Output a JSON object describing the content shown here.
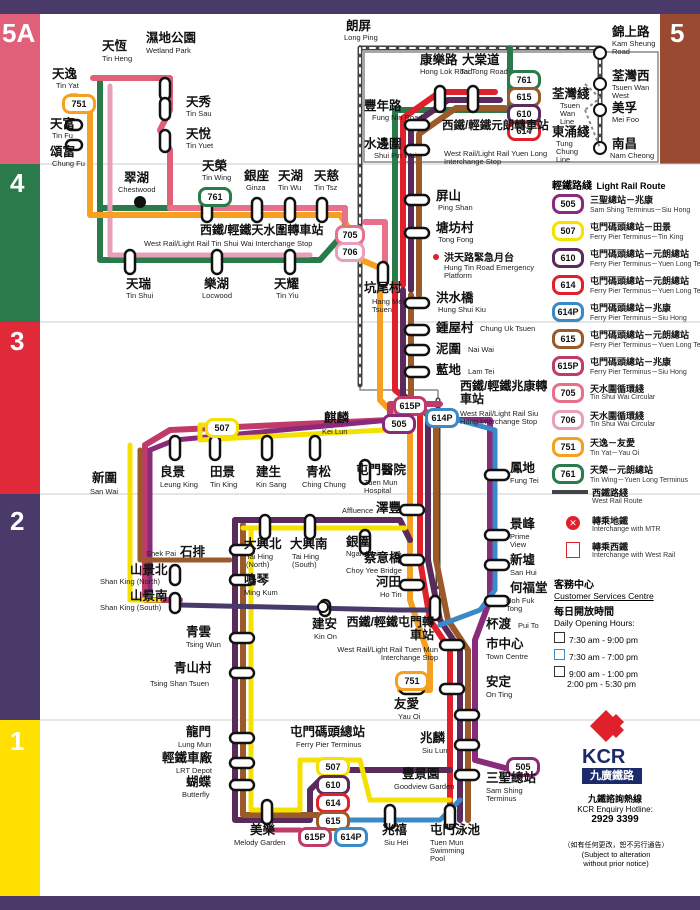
{
  "zones": [
    {
      "label": "5A",
      "color": "#e0607a"
    },
    {
      "label": "4",
      "color": "#2b7a4b"
    },
    {
      "label": "3",
      "color": "#e02a3a"
    },
    {
      "label": "2",
      "color": "#4a3a6a"
    },
    {
      "label": "1",
      "color": "#ffe000"
    }
  ],
  "zone_right_5": {
    "label": "5",
    "color": "#9a4a30"
  },
  "stations": {
    "tin_yat": {
      "zh": "天逸",
      "en": "Tin Yat"
    },
    "tin_heng": {
      "zh": "天恆",
      "en": "Tin Heng"
    },
    "wetland_park": {
      "zh": "濕地公園",
      "en": "Wetland Park"
    },
    "tin_sau": {
      "zh": "天秀",
      "en": "Tin Sau"
    },
    "tin_fu": {
      "zh": "天富",
      "en": "Tin Fu"
    },
    "tin_yuet": {
      "zh": "天悅",
      "en": "Tin Yuet"
    },
    "chung_fu": {
      "zh": "頌富",
      "en": "Chung Fu"
    },
    "tin_wing": {
      "zh": "天榮",
      "en": "Tin Wing"
    },
    "chestwood": {
      "zh": "翠湖",
      "en": "Chestwood"
    },
    "ginza": {
      "zh": "銀座",
      "en": "Ginza"
    },
    "tin_wu": {
      "zh": "天湖",
      "en": "Tin Wu"
    },
    "tin_tsz": {
      "zh": "天慈",
      "en": "Tin Tsz"
    },
    "tin_shui_wai_ic": {
      "zh": "西鐵/輕鐵天水圍轉車站",
      "en": "West Rail/Light Rail Tin Shui Wai Interchange Stop"
    },
    "tin_shui": {
      "zh": "天瑞",
      "en": "Tin Shui"
    },
    "locwood": {
      "zh": "樂湖",
      "en": "Locwood"
    },
    "tin_yiu": {
      "zh": "天耀",
      "en": "Tin Yiu"
    },
    "long_ping": {
      "zh": "朗屏",
      "en": "Long Ping"
    },
    "hong_lok_road": {
      "zh": "康樂路",
      "en": "Hong Lok Road"
    },
    "tai_tong_road": {
      "zh": "大棠道",
      "en": "Tai Tong Road"
    },
    "fung_nin_road": {
      "zh": "豐年路",
      "en": "Fung Nin Road"
    },
    "shui_pin_wai": {
      "zh": "水邊圍",
      "en": "Shui Pin Wai"
    },
    "yuen_long_ic": {
      "zh": "西鐵/輕鐵元朗轉車站",
      "en": "West Rail/Light Rail Yuen Long Interchange Stop"
    },
    "kam_sheung_road": {
      "zh": "錦上路",
      "en": "Kam Sheung Road"
    },
    "tsuen_wan_west": {
      "zh": "荃灣西",
      "en": "Tsuen Wan West"
    },
    "tsuen_wan_line": {
      "zh": "荃灣綫",
      "en": "Tsuen Wan Line"
    },
    "mei_foo": {
      "zh": "美孚",
      "en": "Mei Foo"
    },
    "tung_chung_line": {
      "zh": "東涌綫",
      "en": "Tung Chung Line"
    },
    "nam_cheong": {
      "zh": "南昌",
      "en": "Nam Cheong"
    },
    "ping_shan": {
      "zh": "屏山",
      "en": "Ping Shan"
    },
    "tong_fong": {
      "zh": "塘坊村",
      "en": "Tong Fong"
    },
    "hung_tin_emergency": {
      "zh": "洪天路緊急月台",
      "en": "Hung Tin Road Emergency Platform"
    },
    "hang_mei_tsuen": {
      "zh": "坑尾村",
      "en": "Hang Mei Tsuen"
    },
    "hung_shui_kiu": {
      "zh": "洪水橋",
      "en": "Hung Shui Kiu"
    },
    "chung_uk_tsuen": {
      "zh": "鍾屋村",
      "en": "Chung Uk Tsuen"
    },
    "nai_wai": {
      "zh": "泥圍",
      "en": "Nai Wai"
    },
    "lam_tei": {
      "zh": "藍地",
      "en": "Lam Tei"
    },
    "siu_hong_ic": {
      "zh": "西鐵/輕鐵兆康轉車站",
      "en": "West Rail/Light Rail Siu Hong Interchange Stop"
    },
    "kei_lun": {
      "zh": "麒麟",
      "en": "Kei Lun"
    },
    "san_wai": {
      "zh": "新圍",
      "en": "San Wai"
    },
    "leung_king": {
      "zh": "良景",
      "en": "Leung King"
    },
    "tin_king": {
      "zh": "田景",
      "en": "Tin King"
    },
    "kin_sang": {
      "zh": "建生",
      "en": "Kin Sang"
    },
    "ching_chung": {
      "zh": "青松",
      "en": "Ching Chung"
    },
    "tuen_mun_hospital": {
      "zh": "屯門醫院",
      "en": "Tuen Mun Hospital"
    },
    "fung_tei": {
      "zh": "鳳地",
      "en": "Fung Tei"
    },
    "affluence": {
      "zh": "澤豐",
      "en": "Affluence"
    },
    "prime_view": {
      "zh": "景峰",
      "en": "Prime View"
    },
    "san_hui": {
      "zh": "新墟",
      "en": "San Hui"
    },
    "hoh_fuk_tong": {
      "zh": "何福堂",
      "en": "Hoh Fuk Tong"
    },
    "tai_hing_north": {
      "zh": "大興北",
      "en": "Tai Hing (North)"
    },
    "tai_hing_south": {
      "zh": "大興南",
      "en": "Tai Hing (South)"
    },
    "ngan_wai": {
      "zh": "銀圍",
      "en": "Ngan Wai"
    },
    "choy_yee_bridge": {
      "zh": "蔡意橋",
      "en": "Choy Yee Bridge"
    },
    "shek_pai": {
      "zh": "石排",
      "en": "Shek Pai"
    },
    "shan_king_north": {
      "zh": "山景北",
      "en": "Shan King (North)"
    },
    "shan_king_south": {
      "zh": "山景南",
      "en": "Shan King (South)"
    },
    "ming_kum": {
      "zh": "鳴琴",
      "en": "Ming Kum"
    },
    "ho_tin": {
      "zh": "河田",
      "en": "Ho Tin"
    },
    "kin_on": {
      "zh": "建安",
      "en": "Kin On"
    },
    "pui_to": {
      "zh": "杯渡",
      "en": "Pui To"
    },
    "town_centre": {
      "zh": "市中心",
      "en": "Town Centre"
    },
    "tuen_mun_ic": {
      "zh": "西鐵/輕鐵屯門轉車站",
      "en": "West Rail/Light Rail Tuen Mun Interchange Stop"
    },
    "ching_wun": {
      "zh": "青雲",
      "en": "Tsing Wun"
    },
    "tsing_shan_tsuen": {
      "zh": "青山村",
      "en": "Tsing Shan Tsuen"
    },
    "on_ting": {
      "zh": "安定",
      "en": "On Ting"
    },
    "yau_oi": {
      "zh": "友愛",
      "en": "Yau Oi"
    },
    "lung_mun": {
      "zh": "龍門",
      "en": "Lung Mun"
    },
    "lrt_depot": {
      "zh": "輕鐵車廠",
      "en": "LRT Depot"
    },
    "butterfly": {
      "zh": "蝴蝶",
      "en": "Butterfly"
    },
    "ferry_pier": {
      "zh": "屯門碼頭總站",
      "en": "Ferry Pier Terminus"
    },
    "siu_lun": {
      "zh": "兆麟",
      "en": "Siu Lun"
    },
    "goodview": {
      "zh": "豐景園",
      "en": "Goodview Garden"
    },
    "sam_shing": {
      "zh": "三聖總站",
      "en": "Sam Shing Terminus"
    },
    "melody_garden": {
      "zh": "美樂",
      "en": "Melody Garden"
    },
    "siu_hei": {
      "zh": "兆禧",
      "en": "Siu Hei"
    },
    "tuen_mun_pool": {
      "zh": "屯門泳池",
      "en": "Tuen Mun Swimming Pool"
    }
  },
  "legend": {
    "title_zh": "輕鐵路綫",
    "title_en": "Light Rail Route",
    "routes": [
      {
        "no": "505",
        "color": "#8a2a7a",
        "zh": "三聖總站－兆康",
        "en": "Sam Shing Terminus－Siu Hong"
      },
      {
        "no": "507",
        "color": "#f5e100",
        "zh": "屯門碼頭總站－田景",
        "en": "Ferry Pier Terminus－Tin King"
      },
      {
        "no": "610",
        "color": "#5a2a5a",
        "zh": "屯門碼頭總站－元朗總站",
        "en": "Ferry Pier Terminus－Yuen Long Terminus"
      },
      {
        "no": "614",
        "color": "#e0202a",
        "zh": "屯門碼頭總站－元朗總站",
        "en": "Ferry Pier Terminus－Yuen Long Terminus"
      },
      {
        "no": "614P",
        "color": "#3a8ac8",
        "zh": "屯門碼頭總站－兆康",
        "en": "Ferry Pier Terminus－Siu Hong"
      },
      {
        "no": "615",
        "color": "#9a5a2a",
        "zh": "屯門碼頭總站－元朗總站",
        "en": "Ferry Pier Terminus－Yuen Long Terminus"
      },
      {
        "no": "615P",
        "color": "#c03a6a",
        "zh": "屯門碼頭總站－兆康",
        "en": "Ferry Pier Terminus－Siu Hong"
      },
      {
        "no": "705",
        "color": "#e8708a",
        "zh": "天水圍循環綫",
        "en": "Tin Shui Wai Circular"
      },
      {
        "no": "706",
        "color": "#e8a0b8",
        "zh": "天水圍循環綫",
        "en": "Tin Shui Wai Circular"
      },
      {
        "no": "751",
        "color": "#f5a020",
        "zh": "天逸－友愛",
        "en": "Tin Yat－Yau Oi"
      },
      {
        "no": "761",
        "color": "#2b7a4b",
        "zh": "天榮－元朗總站",
        "en": "Tin Wing－Yuen Long Terminus"
      }
    ],
    "west_rail_zh": "西鐵路綫",
    "west_rail_en": "West Rail Route",
    "mtr_zh": "轉乘地鐵",
    "mtr_en": "Interchange with MTR",
    "wr_zh": "轉乘西鐵",
    "wr_en": "Interchange with West Rail"
  },
  "csc": {
    "title_zh": "客務中心",
    "title_en": "Customer Services Centre",
    "hours_zh": "每日開放時間",
    "hours_en": "Daily Opening Hours:",
    "h1": "7:30 am - 9:00 pm",
    "h2": "7:30 am - 7:00 pm",
    "h3a": "9:00 am - 1:00 pm",
    "h3b": "2:00 pm - 5:30 pm"
  },
  "brand": {
    "kcr": "KCR",
    "zh": "九廣鐵路",
    "hotline_zh": "九鐵諮詢熱線",
    "hotline_en": "KCR Enquiry Hotline:",
    "phone": "2929 3399",
    "note_zh": "（如有任何更改，恕不另行通告）",
    "note_en1": "(Subject to alteration",
    "note_en2": "without prior notice)"
  },
  "badges": {
    "b751a": "751",
    "b761a": "761",
    "b705": "705",
    "b706": "706",
    "b761b": "761",
    "b615a": "615",
    "b610a": "610",
    "b614a": "614",
    "b507a": "507",
    "b615Pa": "615P",
    "b505a": "505",
    "b614Pa": "614P",
    "b751b": "751",
    "b505b": "505",
    "b507b": "507",
    "b610b": "610",
    "b614b": "614",
    "b615b": "615",
    "b615Pb": "615P",
    "b614Pb": "614P"
  }
}
